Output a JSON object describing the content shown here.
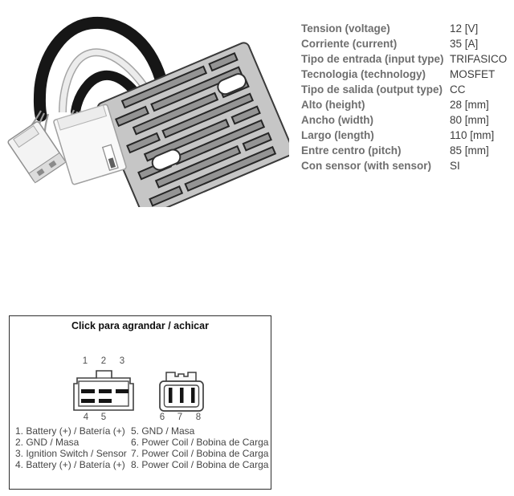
{
  "colors": {
    "spec_label": "#6e6e6e",
    "spec_value": "#3d3d3d",
    "diagram_border": "#2e2e2e",
    "legend_text": "#454545"
  },
  "specs": {
    "rows": [
      {
        "label": "Tension (voltage)",
        "value": "12 [V]"
      },
      {
        "label": "Corriente (current)",
        "value": "35 [A]"
      },
      {
        "label": "Tipo de entrada (input type)",
        "value": "TRIFASICO"
      },
      {
        "label": "Tecnologia (technology)",
        "value": "MOSFET"
      },
      {
        "label": "Tipo de salida (output type)",
        "value": "CC"
      },
      {
        "label": "Alto (height)",
        "value": "28 [mm]"
      },
      {
        "label": "Ancho (width)",
        "value": "80 [mm]"
      },
      {
        "label": "Largo (length)",
        "value": "110 [mm]"
      },
      {
        "label": "Entre centro (pitch)",
        "value": "85 [mm]"
      },
      {
        "label": "Con sensor (with sensor)",
        "value": "SI"
      }
    ]
  },
  "diagram": {
    "title": "Click para agrandar / achicar",
    "connector_a": {
      "top_pins": [
        "1",
        "2",
        "3"
      ],
      "bottom_pins": [
        "4",
        "5"
      ]
    },
    "connector_b": {
      "bottom_pins": [
        "6",
        "7",
        "8"
      ]
    },
    "legend_col1": [
      "1. Battery (+) / Batería (+)",
      "2. GND / Masa",
      "3. Ignition Switch / Sensor",
      "4. Battery (+) / Batería (+)"
    ],
    "legend_col2": [
      "5. GND / Masa",
      "6. Power Coil / Bobina de Carga",
      "7. Power Coil / Bobina de Carga",
      "8. Power Coil / Bobina de Carga"
    ]
  }
}
